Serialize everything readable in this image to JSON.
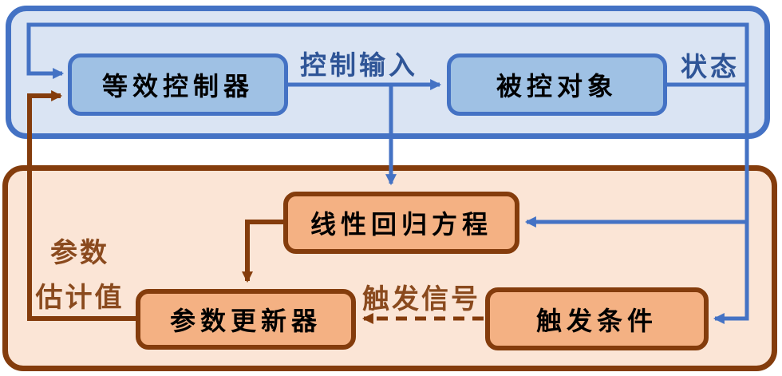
{
  "nodes": {
    "equivalent_controller": {
      "label": "等效控制器"
    },
    "controlled_object": {
      "label": "被控对象"
    },
    "linear_regression": {
      "label": "线性回归方程"
    },
    "parameter_updater": {
      "label": "参数更新器"
    },
    "trigger_condition": {
      "label": "触发条件"
    }
  },
  "edge_labels": {
    "control_input": "控制输入",
    "state": "状态",
    "parameter_estimate_line1": "参数",
    "parameter_estimate_line2": "估计值",
    "trigger_signal": "触发信号"
  },
  "colors": {
    "blue_accent": "#4472C4",
    "blue_node_fill": "#9FC1E4",
    "blue_panel_fill": "#DAE4F3",
    "blue_label_text": "#2F5597",
    "brown_accent": "#843C0C",
    "orange_node_fill": "#F4B183",
    "orange_panel_fill": "#FBE5D6",
    "brown_label_text": "#8A4A1E",
    "node_text": "#000000"
  }
}
